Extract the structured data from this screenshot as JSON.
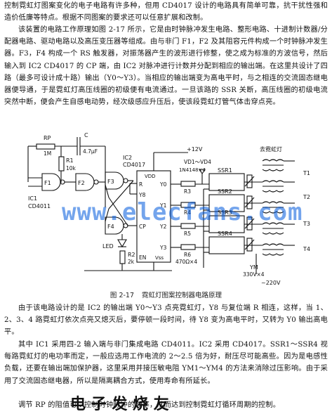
{
  "text": {
    "intro": "控制霓虹灯图案变化的电子电路有许多种，但用 CD4017 设计的电路具有简单可靠，抗干扰性强和造价低廉等特点。根据不同图案的要求还可以任意扩展和改制。",
    "principle": "该装置的电路工作原理如图 2-17 所示，它是由时钟脉冲发生电路、整形电路、十进制计数器/分配器电路、驱动电路以及高压变压器等组成。由与非门 F1，F2 及其阻容元件构成一个时钟脉冲发生器。F3，F4 构成一个 RS 触发器，对振荡器产生的波形进行修整，使之成为标准的方波信号，然后输入到 IC2 CD4017 的 CP 端，由 IC2 对脉冲进行计数并分配到相应的输出端。在这里共设计了四路（最多可设计成十路）输出（Y0～Y3）。当相应的输出端变为高电平时，与之相连的交流固态继电器便导通，于是霓虹灯高压线圈的初级便有电流通过。一旦该路的 SSR 关断，高压线圈的初级电流突然中断，便会产生自感电动势，经次级感应升压后，使该段霓虹灯管气体击穿点亮。",
    "logic": "由于该电路设计的是 IC2 的输出端 Y0～Y3 点亮霓虹灯，Y8 与复位端 R 相连，这样，当 1、2、3、4 路霓虹灯依次点亮又熄灭后，要停顿一段时间，待 Y8 变为高电平时，又转为 Y0 输出高电平。",
    "components": "其中 IC1 采用四-2 输入端与非门集成电路 CD4011。IC2 采用 CD4017。SSR1～SSR4 视每路霓虹灯的电功率而定，一般应选用工作电流的 2～2.5 倍为好，耐压尽可能高些。因为是电感性负载，还要在输出端加保护器，这里采用并接压敏电阻 YM1～YM4 的方法来消除过压影响。由于采用了交流固态继电器，所以是隔离耦合方式，使用寿命有所延长。",
    "adjust": "调节 RP 的阻值可以控制时钟脉冲的频率，从而达到控制霓虹灯循环周期的控制。"
  },
  "figure": {
    "caption_number": "图 2-17",
    "caption_title": "霓虹灯图案控制器电路原理",
    "watermark": "www.elecfans.com",
    "stamp_text": "电子发烧友",
    "labels": {
      "rp": "RP",
      "rp_value": "1M",
      "c": "C",
      "c_value": "4.7μF",
      "r1": "R1",
      "r1_value": "10k",
      "f1": "F1",
      "f2": "F2",
      "f3": "F3",
      "f4": "F4",
      "ic1": "IC1",
      "ic1_part": "CD4011",
      "ic2": "IC2",
      "ic2_part": "CD4017",
      "vdd": "VDD",
      "pin_r": "R",
      "pin_y8": "Y8",
      "pin_cp": "CP",
      "pin_en": "EN",
      "pin_vss": "Vss",
      "pin_y0": "Y0",
      "pin_y1": "Y1",
      "pin_y2": "Y2",
      "pin_y3": "Y3",
      "supply": "+12V",
      "diodes": "VD1～VD4",
      "diode_part": "1N4148×4",
      "r3": "R3",
      "r4": "R4",
      "r5": "R5",
      "r6": "R6",
      "r6_value": "470Ω×4",
      "led": "LED",
      "r2": "R2",
      "r2_value": "2k",
      "ssr1": "SSR1",
      "ssr2": "SSR2",
      "ssr3": "SSR3",
      "ssr4": "SSR4",
      "neon": "去霓虹灯",
      "t1": "T1",
      "t2": "T2",
      "t3": "T3",
      "t4": "T4",
      "ym": "YM",
      "ym_value": "330V×4",
      "ac": "~220V"
    }
  }
}
